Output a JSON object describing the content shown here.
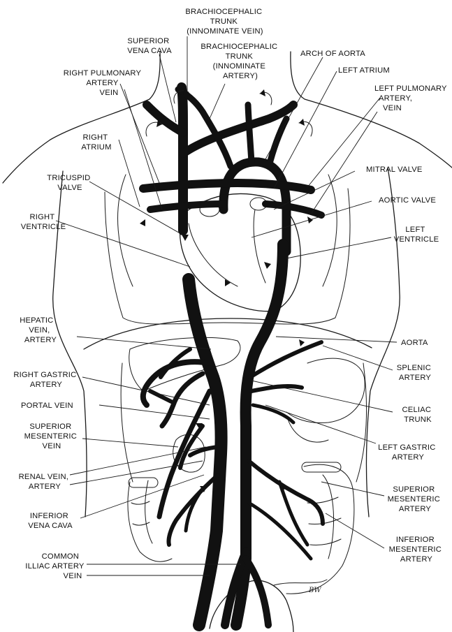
{
  "labels": {
    "brachiocephalic_vein": [
      "BRACHIOCEPHALIC",
      "TRUNK",
      "(INNOMINATE VEIN)"
    ],
    "superior_vena_cava": [
      "SUPERIOR",
      "VENA CAVA"
    ],
    "brachiocephalic_artery": [
      "BRACHIOCEPHALIC",
      "TRUNK",
      "(INNOMINATE",
      "ARTERY)"
    ],
    "arch_of_aorta": [
      "ARCH OF AORTA"
    ],
    "left_atrium": [
      "LEFT ATRIUM"
    ],
    "right_pulmonary": [
      "RIGHT PULMONARY",
      "ARTERY",
      "VEIN"
    ],
    "left_pulmonary": [
      "LEFT PULMONARY",
      "ARTERY,",
      "VEIN"
    ],
    "right_atrium": [
      "RIGHT",
      "ATRIUM"
    ],
    "tricuspid_valve": [
      "TRICUSPID",
      "VALVE"
    ],
    "mitral_valve": [
      "MITRAL VALVE"
    ],
    "aortic_valve": [
      "AORTIC VALVE"
    ],
    "right_ventricle": [
      "RIGHT",
      "VENTRICLE"
    ],
    "left_ventricle": [
      "LEFT",
      "VENTRICLE"
    ],
    "hepatic": [
      "HEPATIC",
      "VEIN,",
      "ARTERY"
    ],
    "aorta": [
      "AORTA"
    ],
    "right_gastric": [
      "RIGHT GASTRIC",
      "ARTERY"
    ],
    "splenic": [
      "SPLENIC",
      "ARTERY"
    ],
    "portal_vein": [
      "PORTAL VEIN"
    ],
    "celiac": [
      "CELIAC",
      "TRUNK"
    ],
    "superior_mesenteric_vein": [
      "SUPERIOR",
      "MESENTERIC",
      "VEIN"
    ],
    "left_gastric": [
      "LEFT GASTRIC",
      "ARTERY"
    ],
    "renal": [
      "RENAL VEIN,",
      "ARTERY"
    ],
    "superior_mesenteric_artery": [
      "SUPERIOR",
      "MESENTERIC",
      "ARTERY"
    ],
    "inferior_vena_cava": [
      "INFERIOR",
      "VENA CAVA"
    ],
    "inferior_mesenteric": [
      "INFERIOR",
      "MESENTERIC",
      "ARTERY"
    ],
    "common_iliac": [
      "COMMON",
      "ILLIAC ARTERY",
      "VEIN"
    ]
  },
  "signature": "BW"
}
